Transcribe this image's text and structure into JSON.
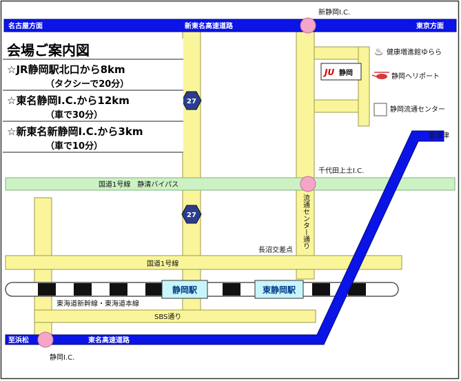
{
  "legend": {
    "title": "会場ご案内図",
    "routes": [
      {
        "line": "☆JR静岡駅北口から8km",
        "detail": "（タクシーで20分）"
      },
      {
        "line": "☆東名静岡I.C.から12km",
        "detail": "（車で30分）"
      },
      {
        "line": "☆新東名新静岡I.C.から3km",
        "detail": "（車で10分）"
      }
    ]
  },
  "roads": {
    "shin_tomei": "新東名高速道路",
    "nagoya": "名古屋方面",
    "tokyo": "東京方面",
    "bypass": "国道1号線　静清バイパス",
    "route1": "国道1号線",
    "sbs": "SBS通り",
    "tomei": "東名高速道路",
    "ryutsu_dori": "流通センター通り",
    "railway": "東海道新幹線・東海道本線"
  },
  "interchanges": {
    "shin_shizuoka": "新静岡I.C.",
    "chiyoda": "千代田上土I.C.",
    "shizuoka": "静岡I.C."
  },
  "places": {
    "nagonuma": "長沼交差点",
    "shizuoka_station": "静岡駅",
    "higashi_shizuoka_station": "東静岡駅",
    "to_numazu": "至沼津",
    "to_hamamatsu": "至浜松",
    "yurara": "健康増進館ゆらら",
    "heliport": "静岡ヘリポート",
    "ryutsu_center": "静岡流通センター",
    "venue_logo": "静岡",
    "venue_logo_mark": "JU"
  },
  "route_numbers": [
    "27",
    "27"
  ],
  "colors": {
    "expressway": "#0b14e6",
    "yellow_road": "#faf59a",
    "bypass_road": "#ccf2c4",
    "station_box": "#c8f5fa",
    "interchange": "#f4a6c8"
  }
}
